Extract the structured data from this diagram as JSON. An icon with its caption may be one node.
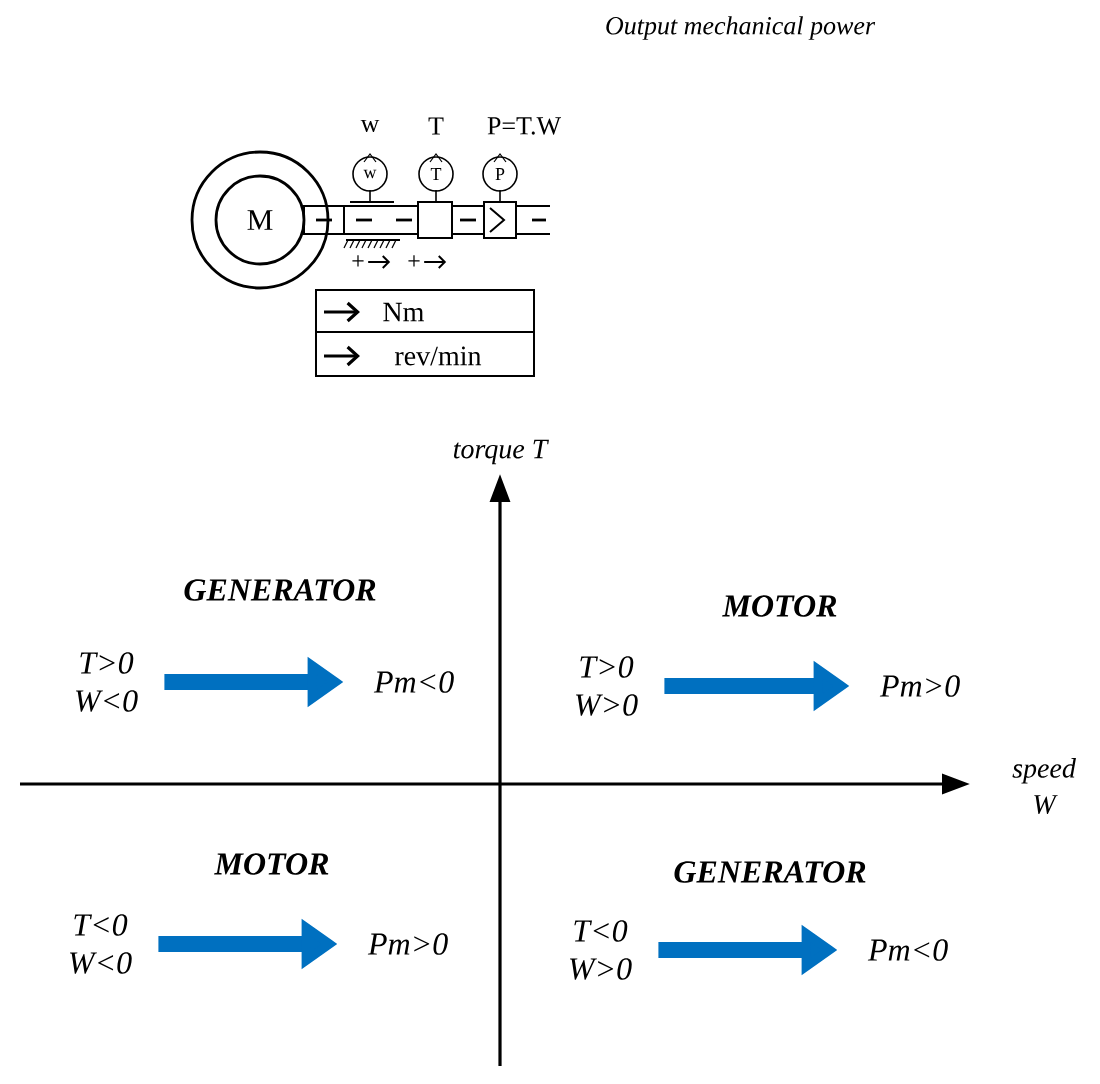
{
  "diagram": {
    "title": "Output mechanical power",
    "nodes": [
      {
        "text": [
          "M"
        ]
      },
      {
        "text": [
          "w"
        ],
        "beside": [
          "w"
        ]
      },
      {
        "text": [
          "T"
        ],
        "beside": [
          "T"
        ]
      },
      {
        "text": [
          "P"
        ],
        "beside": [
          "P=T.W"
        ]
      },
      {
        "text": [
          "T>0 W<0"
        ]
      },
      {
        "text": [
          "Pm<0"
        ]
      },
      {
        "text": [
          "T>0 W>0"
        ]
      },
      {
        "text": [
          "Pm>0"
        ]
      },
      {
        "text": [
          "T<0 W<0"
        ]
      },
      {
        "text": [
          "Pm>0"
        ]
      },
      {
        "text": [
          "T<0 W>0"
        ]
      },
      {
        "text": [
          "Pm<0"
        ]
      }
    ],
    "edges": [
      {
        "from": 4,
        "to": 5,
        "arrow": "to"
      },
      {
        "from": 6,
        "to": 7,
        "arrow": "to"
      },
      {
        "from": 8,
        "to": 9,
        "arrow": "to"
      },
      {
        "from": 10,
        "to": 11,
        "arrow": "to"
      }
    ],
    "labels": [
      "+",
      "+",
      "GENERATOR",
      "MOTOR",
      "torque T",
      "speed W",
      "MOTOR",
      "GENERATOR"
    ],
    "legend": [
      {
        "text": "Nm"
      },
      {
        "text": "rev/min"
      }
    ]
  }
}
